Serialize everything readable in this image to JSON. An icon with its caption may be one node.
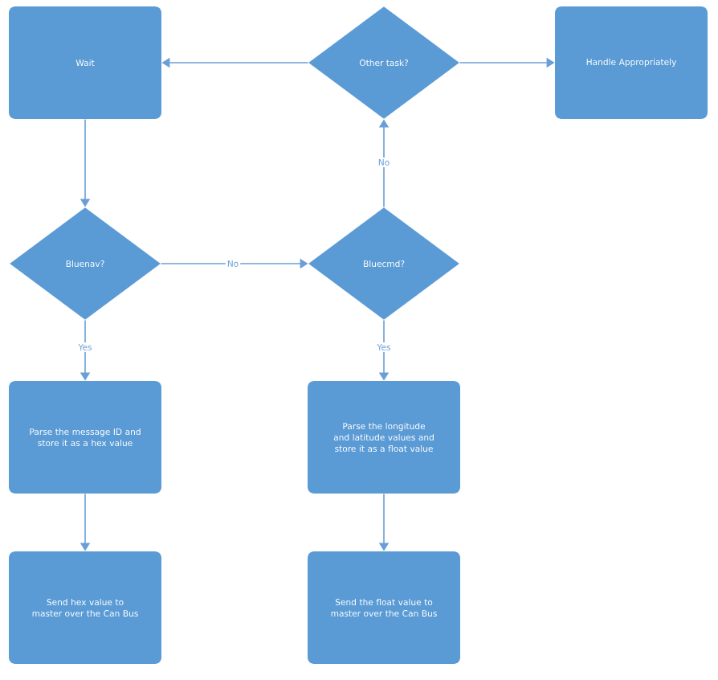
{
  "diagram": {
    "nodes": [
      {
        "text": [
          "Wait"
        ]
      },
      {
        "text": [
          "Other task?"
        ]
      },
      {
        "text": [
          "Handle Appropriately"
        ]
      },
      {
        "text": [
          "Bluenav?"
        ]
      },
      {
        "text": [
          "Bluecmd?"
        ]
      },
      {
        "text": [
          "Parse the message ID and store it as a hex value"
        ]
      },
      {
        "text": [
          "Parse the longitude and latitude values and store it as a float value"
        ]
      },
      {
        "text": [
          "Send hex value to master over the Can Bus"
        ]
      },
      {
        "text": [
          "Send the float value to master over the Can Bus"
        ]
      }
    ],
    "edges": [
      {
        "from": 1,
        "to": 0,
        "arrow": "to"
      },
      {
        "from": 1,
        "to": 2,
        "arrow": "to"
      },
      {
        "from": 4,
        "to": 1,
        "arrow": "to",
        "label": "No"
      },
      {
        "from": 0,
        "to": 3,
        "arrow": "to"
      },
      {
        "from": 3,
        "to": 4,
        "arrow": "to",
        "label": "No"
      },
      {
        "from": 3,
        "to": 5,
        "arrow": "to",
        "label": "Yes"
      },
      {
        "from": 4,
        "to": 6,
        "arrow": "to",
        "label": "Yes"
      },
      {
        "from": 5,
        "to": 7,
        "arrow": "to"
      },
      {
        "from": 6,
        "to": 8,
        "arrow": "to"
      }
    ]
  }
}
